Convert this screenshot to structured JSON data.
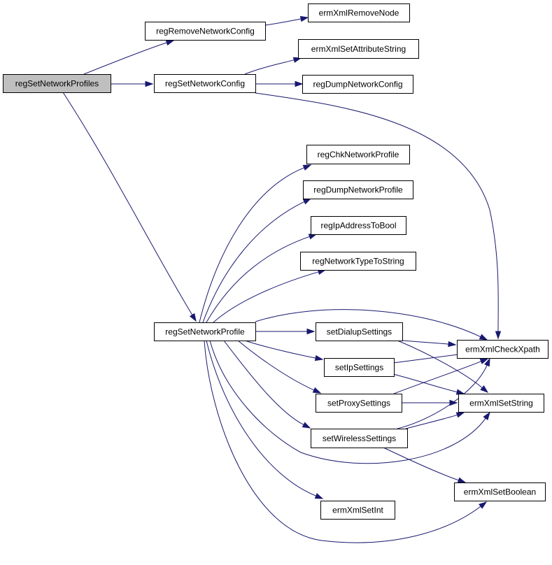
{
  "nodes": [
    {
      "id": "n0",
      "label": "regSetNetworkProfiles"
    },
    {
      "id": "n1",
      "label": "regRemoveNetworkConfig"
    },
    {
      "id": "n2",
      "label": "ermXmlRemoveNode"
    },
    {
      "id": "n3",
      "label": "regSetNetworkConfig"
    },
    {
      "id": "n4",
      "label": "ermXmlSetAttributeString"
    },
    {
      "id": "n5",
      "label": "regDumpNetworkConfig"
    },
    {
      "id": "n6",
      "label": "regChkNetworkProfile"
    },
    {
      "id": "n7",
      "label": "regDumpNetworkProfile"
    },
    {
      "id": "n8",
      "label": "regIpAddressToBool"
    },
    {
      "id": "n9",
      "label": "regNetworkTypeToString"
    },
    {
      "id": "n10",
      "label": "regSetNetworkProfile"
    },
    {
      "id": "n11",
      "label": "setDialupSettings"
    },
    {
      "id": "n12",
      "label": "ermXmlCheckXpath"
    },
    {
      "id": "n13",
      "label": "setIpSettings"
    },
    {
      "id": "n14",
      "label": "setProxySettings"
    },
    {
      "id": "n15",
      "label": "ermXmlSetString"
    },
    {
      "id": "n16",
      "label": "setWirelessSettings"
    },
    {
      "id": "n17",
      "label": "ermXmlSetBoolean"
    },
    {
      "id": "n18",
      "label": "ermXmlSetInt"
    }
  ],
  "colors": {
    "edge": "#191970",
    "node_fill": "#ffffff",
    "node_border": "#000000",
    "root_fill": "#bfbfbf",
    "highlight_border": "#ff0000"
  }
}
